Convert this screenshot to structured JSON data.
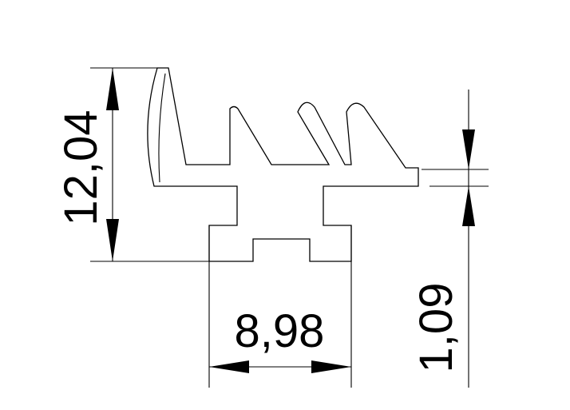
{
  "dimensions": {
    "height_total": "12,04",
    "base_width": "8,98",
    "lip_thickness": "1,09"
  },
  "colors": {
    "background": "#ffffff",
    "line": "#000000"
  }
}
